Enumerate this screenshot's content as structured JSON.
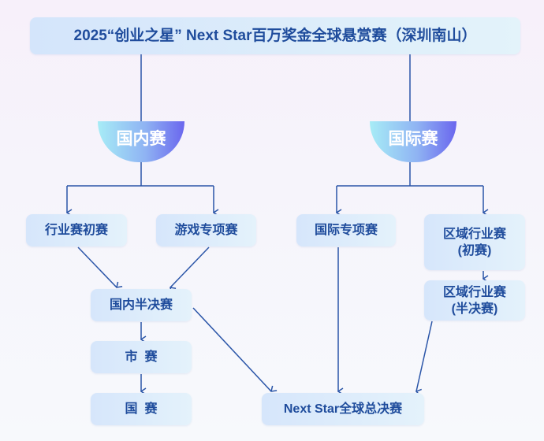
{
  "title": "2025“创业之星” Next Star百万奖金全球悬赏赛（深圳南山）",
  "branches": {
    "domestic": "国内赛",
    "international": "国际赛"
  },
  "nodes": {
    "industry_prelim": "行业赛初赛",
    "game_special": "游戏专项赛",
    "intl_special": "国际专项赛",
    "regional_prelim_l1": "区域行业赛",
    "regional_prelim_l2": "(初赛)",
    "regional_semi_l1": "区域行业赛",
    "regional_semi_l2": "(半决赛)",
    "domestic_semi": "国内半决赛",
    "city": "市  赛",
    "national": "国  赛",
    "global_final": "Next Star全球总决赛"
  },
  "colors": {
    "line": "#2a55a8",
    "text": "#1f4c9c"
  }
}
